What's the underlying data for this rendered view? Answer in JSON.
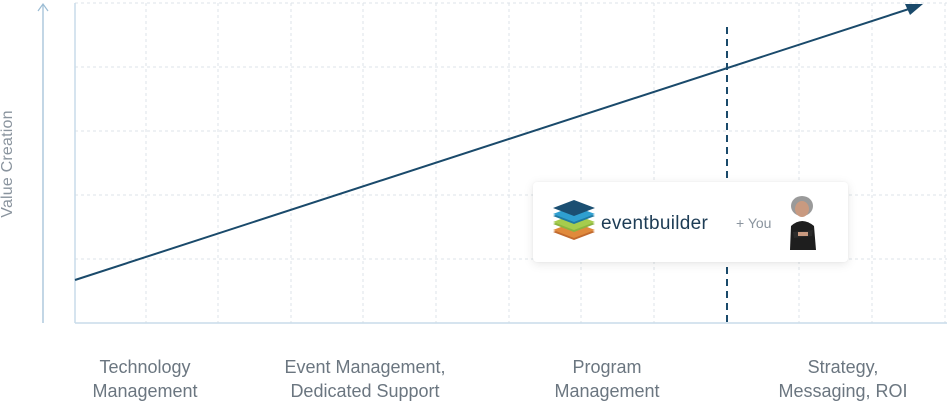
{
  "y_axis": {
    "label": "Value Creation"
  },
  "categories": [
    {
      "line1": "Technology",
      "line2": "Management"
    },
    {
      "line1": "Event Management,",
      "line2": "Dedicated Support"
    },
    {
      "line1": "Program",
      "line2": "Management"
    },
    {
      "line1": "Strategy,",
      "line2": "Messaging, ROI"
    }
  ],
  "brand_card": {
    "brand": "eventbuilder",
    "plus_text": "+ You"
  },
  "colors": {
    "trend": "#1a4a6b",
    "grid": "#dde3e8",
    "axis": "#9bbcd4",
    "text": "#6b7680"
  }
}
